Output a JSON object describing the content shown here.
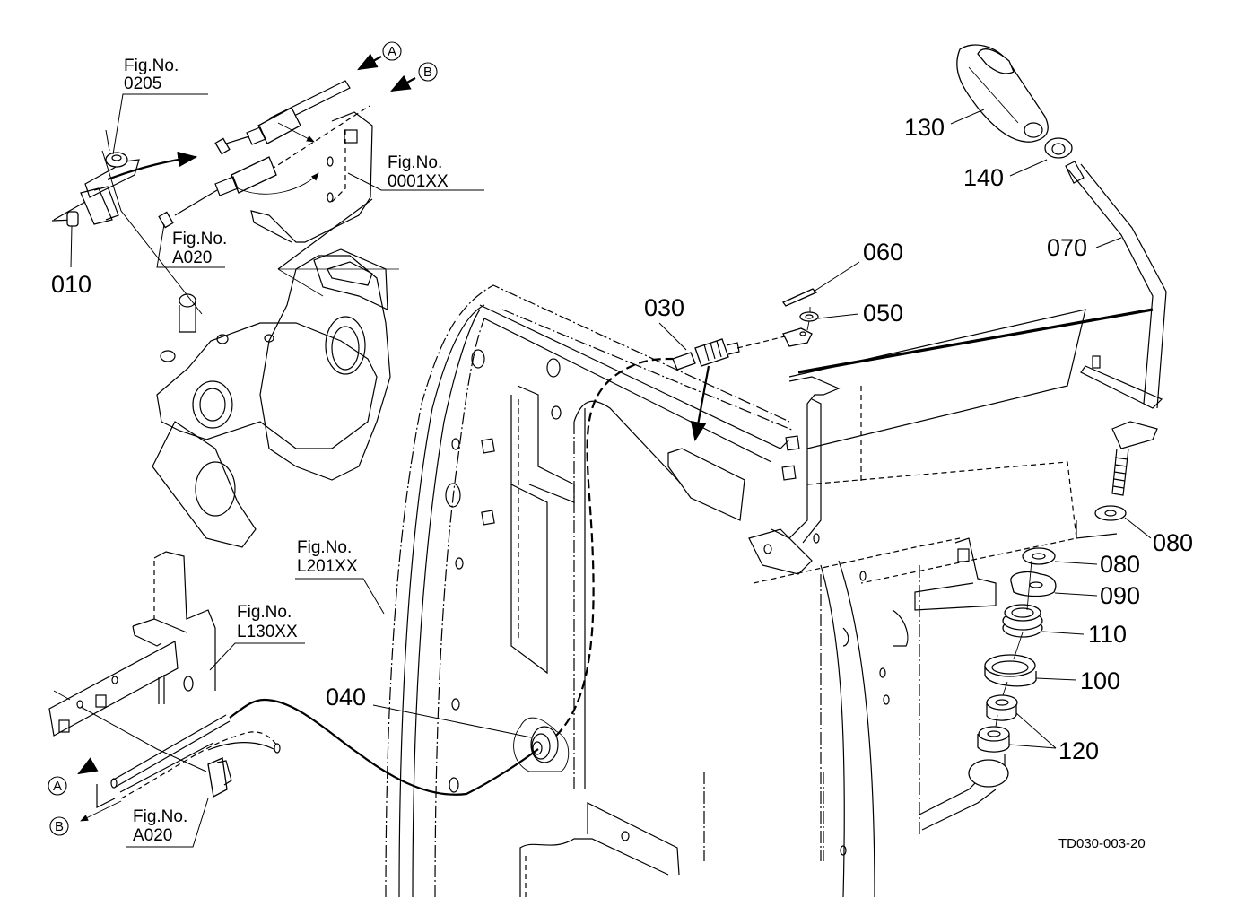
{
  "diagram": {
    "type": "exploded parts diagram",
    "drawing_code": "TD030-003-20",
    "colors": {
      "line": "#000000",
      "background": "#ffffff"
    },
    "callouts": [
      {
        "id": "010",
        "label": "010"
      },
      {
        "id": "030",
        "label": "030"
      },
      {
        "id": "040",
        "label": "040"
      },
      {
        "id": "050",
        "label": "050"
      },
      {
        "id": "060",
        "label": "060"
      },
      {
        "id": "070",
        "label": "070"
      },
      {
        "id": "080a",
        "label": "080"
      },
      {
        "id": "080b",
        "label": "080"
      },
      {
        "id": "090",
        "label": "090"
      },
      {
        "id": "100",
        "label": "100"
      },
      {
        "id": "110",
        "label": "110"
      },
      {
        "id": "120",
        "label": "120"
      },
      {
        "id": "130",
        "label": "130"
      },
      {
        "id": "140",
        "label": "140"
      }
    ],
    "figure_refs": [
      {
        "id": "fig-0205",
        "line1": "Fig.No.",
        "line2": "0205"
      },
      {
        "id": "fig-0001xx",
        "line1": "Fig.No.",
        "line2": "0001XX"
      },
      {
        "id": "fig-a020-top",
        "line1": "Fig.No.",
        "line2": "A020"
      },
      {
        "id": "fig-l201xx",
        "line1": "Fig.No.",
        "line2": "L201XX"
      },
      {
        "id": "fig-l130xx",
        "line1": "Fig.No.",
        "line2": "L130XX"
      },
      {
        "id": "fig-a020-bottom",
        "line1": "Fig.No.",
        "line2": "A020"
      }
    ],
    "connection_markers": [
      {
        "id": "A-top",
        "letter": "A"
      },
      {
        "id": "B-top",
        "letter": "B"
      },
      {
        "id": "A-bottom",
        "letter": "A"
      },
      {
        "id": "B-bottom",
        "letter": "B"
      }
    ]
  }
}
